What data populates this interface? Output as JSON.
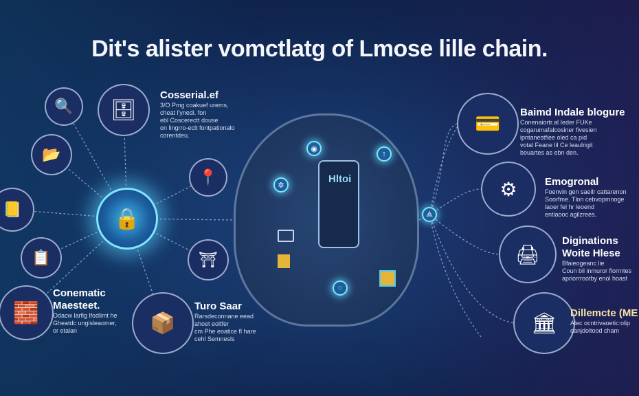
{
  "title": "Dit's alister vomctlatg of Lmose lille chain.",
  "center": {
    "label": "Hltoi"
  },
  "left_items": [
    {
      "heading": "Cosserial.ef",
      "body": [
        "3/O Pmg coakuef urems,",
        "cheat l'ynedi. fon",
        "ebl Coscerectt douse",
        "on lingrro-eclt fontpationalo",
        "corentdeu."
      ]
    },
    {
      "heading": "Conematic",
      "heading2": "Maesteet.",
      "body": [
        "Odacw larfig lfodlimt he",
        "Gheatdc ungisleaomer,",
        "or etalan"
      ]
    },
    {
      "heading": "Turo Saar",
      "body": [
        "Rarsdeconnane eead",
        "ahoet eoltfer",
        "cm Phe eoatice fl hare",
        "cehl Semnesls"
      ]
    }
  ],
  "right_items": [
    {
      "heading": "Baimd Indale blogure",
      "body": [
        "Conenaiortr.al Ieder FUKe",
        "cogarumafalcosiner fivesien",
        "ipntanestfiee oled ca pid",
        "votal Feane lil Ce leaulrigit",
        "bouartes as ebn den."
      ]
    },
    {
      "heading": "Emogronal",
      "body": [
        "Foenvin gen saeilr cattarenon",
        "Soorfme. Tlon cebvopmnoge",
        "laoer fel hr leoend",
        "entiaooc agilzrees."
      ]
    },
    {
      "heading": "Diginations",
      "heading2": "Woite Hlese",
      "body": [
        "Bfaieogeanc lie",
        "Coun bil inmuror florrntes",
        "apriorrrootby enol hoast"
      ]
    },
    {
      "heading": "Dillemcte (ME",
      "body": [
        "Alec ocntrivaoetic:olip",
        "oanjdoltood cham"
      ]
    }
  ],
  "colors": {
    "accent": "#7fe6ff",
    "bg": "#163466"
  }
}
